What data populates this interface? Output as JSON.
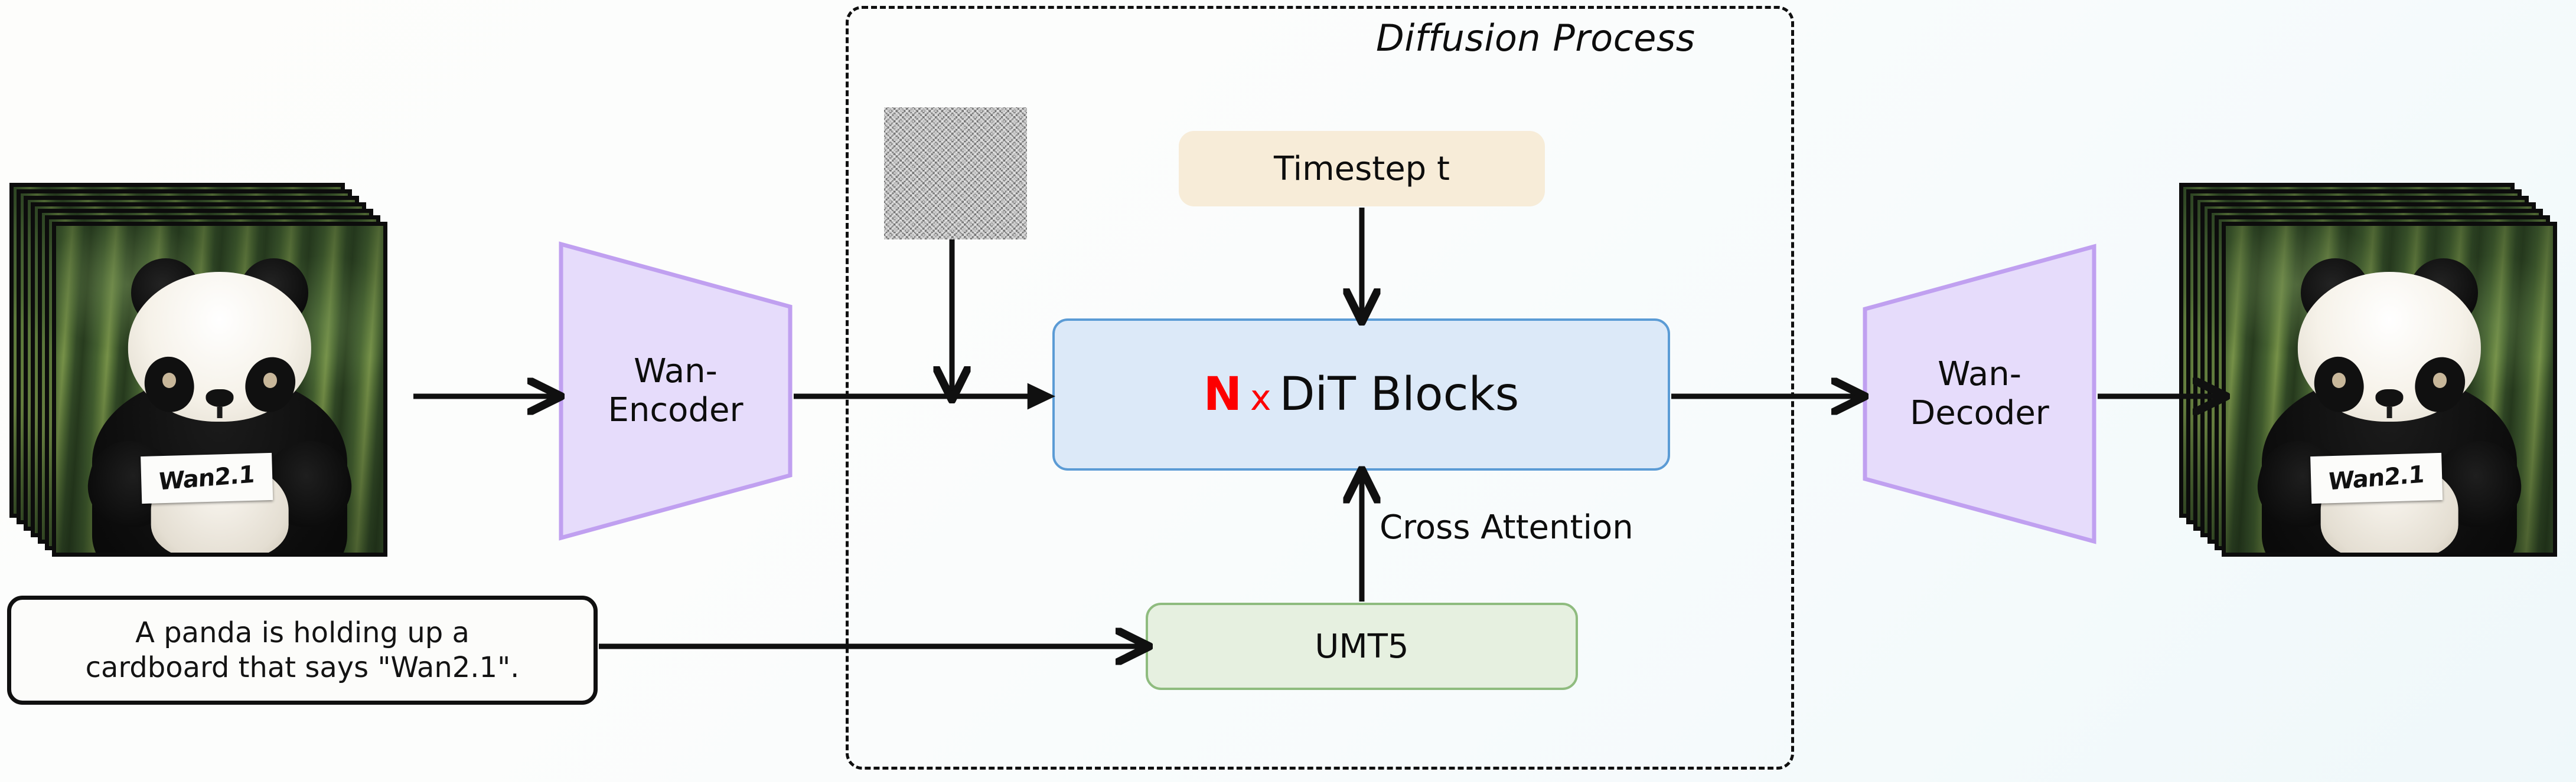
{
  "diagram": {
    "region_label": "Diffusion Process",
    "background_gradient": [
      "#fdfdfb",
      "#eff8fa"
    ]
  },
  "input": {
    "name": "input-video-frames",
    "sign_text": "Wan2.1",
    "frame_count": 7
  },
  "prompt": {
    "line1": "A panda is holding up a",
    "line2": "cardboard that says \"Wan2.1\"."
  },
  "encoder": {
    "label_line1": "Wan-",
    "label_line2": "Encoder",
    "fill": "#e6dcfb",
    "stroke": "#c0a0f0"
  },
  "decoder": {
    "label_line1": "Wan-",
    "label_line2": "Decoder",
    "fill": "#e6dcfb",
    "stroke": "#c0a0f0"
  },
  "timestep": {
    "label": "Timestep t",
    "fill": "#f7ecd8"
  },
  "dit": {
    "repeat_symbol": "N",
    "multiply_symbol": "x",
    "label": "DiT Blocks",
    "fill": "#dce9f8",
    "stroke": "#5b9bd5",
    "accent": "#fd0000"
  },
  "text_encoder": {
    "label": "UMT5",
    "fill": "#e6f0e0",
    "stroke": "#8fbc7f"
  },
  "noise": {
    "name": "gaussian-noise-latent"
  },
  "edges": {
    "cross_attention": "Cross Attention"
  },
  "output": {
    "name": "output-video-frames",
    "sign_text": "Wan2.1",
    "frame_count": 7
  }
}
